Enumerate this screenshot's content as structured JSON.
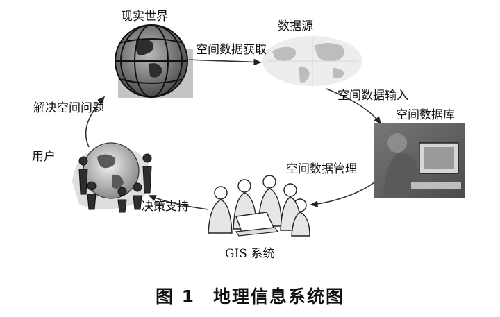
{
  "nodes": {
    "real_world": "现实世界",
    "data_source": "数据源",
    "spatial_db": "空间数据库",
    "gis_system": "GIS 系统",
    "user": "用户"
  },
  "edges": {
    "acquire": "空间数据获取",
    "input": "空间数据输入",
    "manage": "空间数据管理",
    "decision": "决策支持",
    "solve": "解决空间问题"
  },
  "caption": {
    "number": "图 1",
    "title": "地理信息系统图"
  }
}
